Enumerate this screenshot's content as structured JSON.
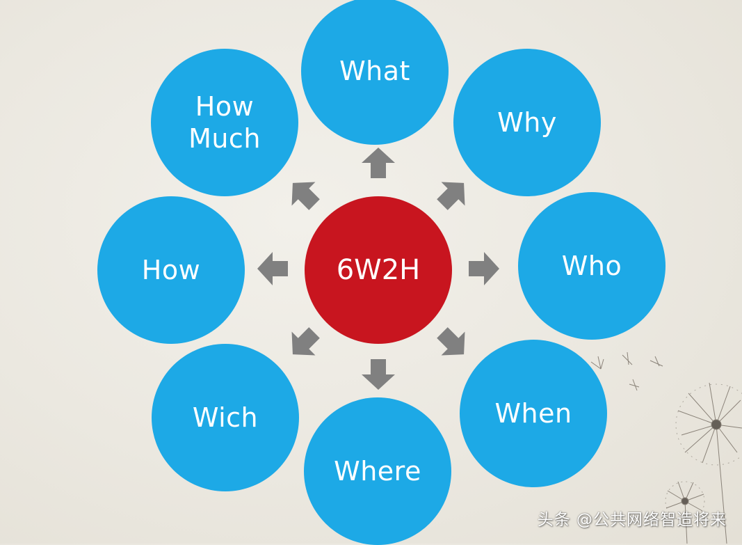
{
  "diagram": {
    "center_label": "6W2H",
    "nodes": [
      {
        "id": "what",
        "label": "What"
      },
      {
        "id": "why",
        "label": "Why"
      },
      {
        "id": "who",
        "label": "Who"
      },
      {
        "id": "when",
        "label": "When"
      },
      {
        "id": "where",
        "label": "Where"
      },
      {
        "id": "wich",
        "label": "Wich"
      },
      {
        "id": "how",
        "label": "How"
      },
      {
        "id": "how-much",
        "label": "How\nMuch"
      }
    ]
  },
  "watermark": {
    "text": "头条 @公共网络智造将来"
  },
  "colors": {
    "node_fill": "#1da9e6",
    "center_fill": "#c8151f",
    "arrow_fill": "#808080",
    "text": "#ffffff"
  }
}
